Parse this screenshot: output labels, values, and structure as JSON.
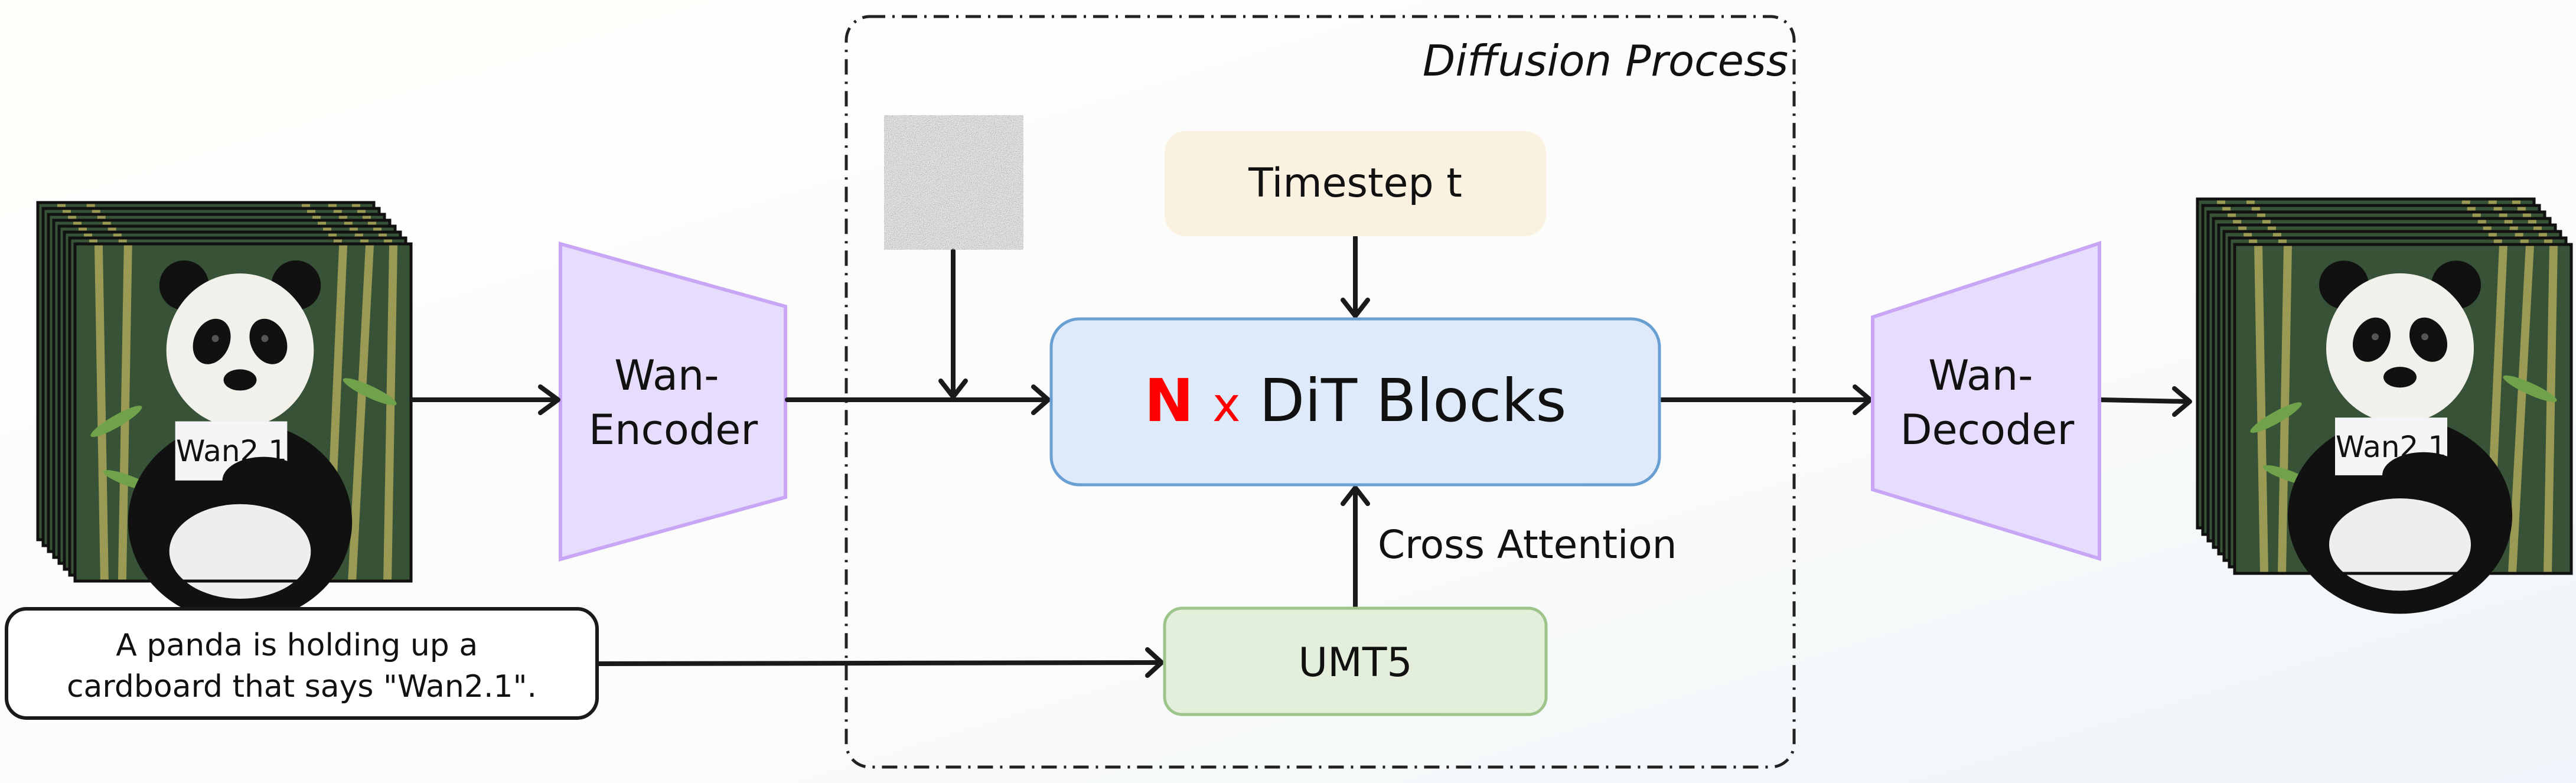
{
  "diffusion_process": {
    "label": "Diffusion Process"
  },
  "encoder": {
    "line1": "Wan-",
    "line2": "Encoder"
  },
  "decoder": {
    "line1": "Wan-",
    "line2": "Decoder"
  },
  "timestep": {
    "label": "Timestep t"
  },
  "dit": {
    "n": "N",
    "x": "x",
    "label": "DiT Blocks"
  },
  "cross_attention": {
    "label": "Cross Attention"
  },
  "umt5": {
    "label": "UMT5"
  },
  "prompt": {
    "line1": "A panda is holding up a",
    "line2": "cardboard that says \"Wan2.1\"."
  },
  "panda_sign": "Wan2.1",
  "colors": {
    "encoder_fill": "#e6dcfc",
    "encoder_stroke": "#c9a6f5",
    "timestep_fill": "#faf1e0",
    "dit_fill": "#deeaf9",
    "dit_stroke": "#6a9fd4",
    "umt5_fill": "#e3eedb",
    "umt5_stroke": "#9dc48a",
    "accent_red": "#ff0000"
  }
}
